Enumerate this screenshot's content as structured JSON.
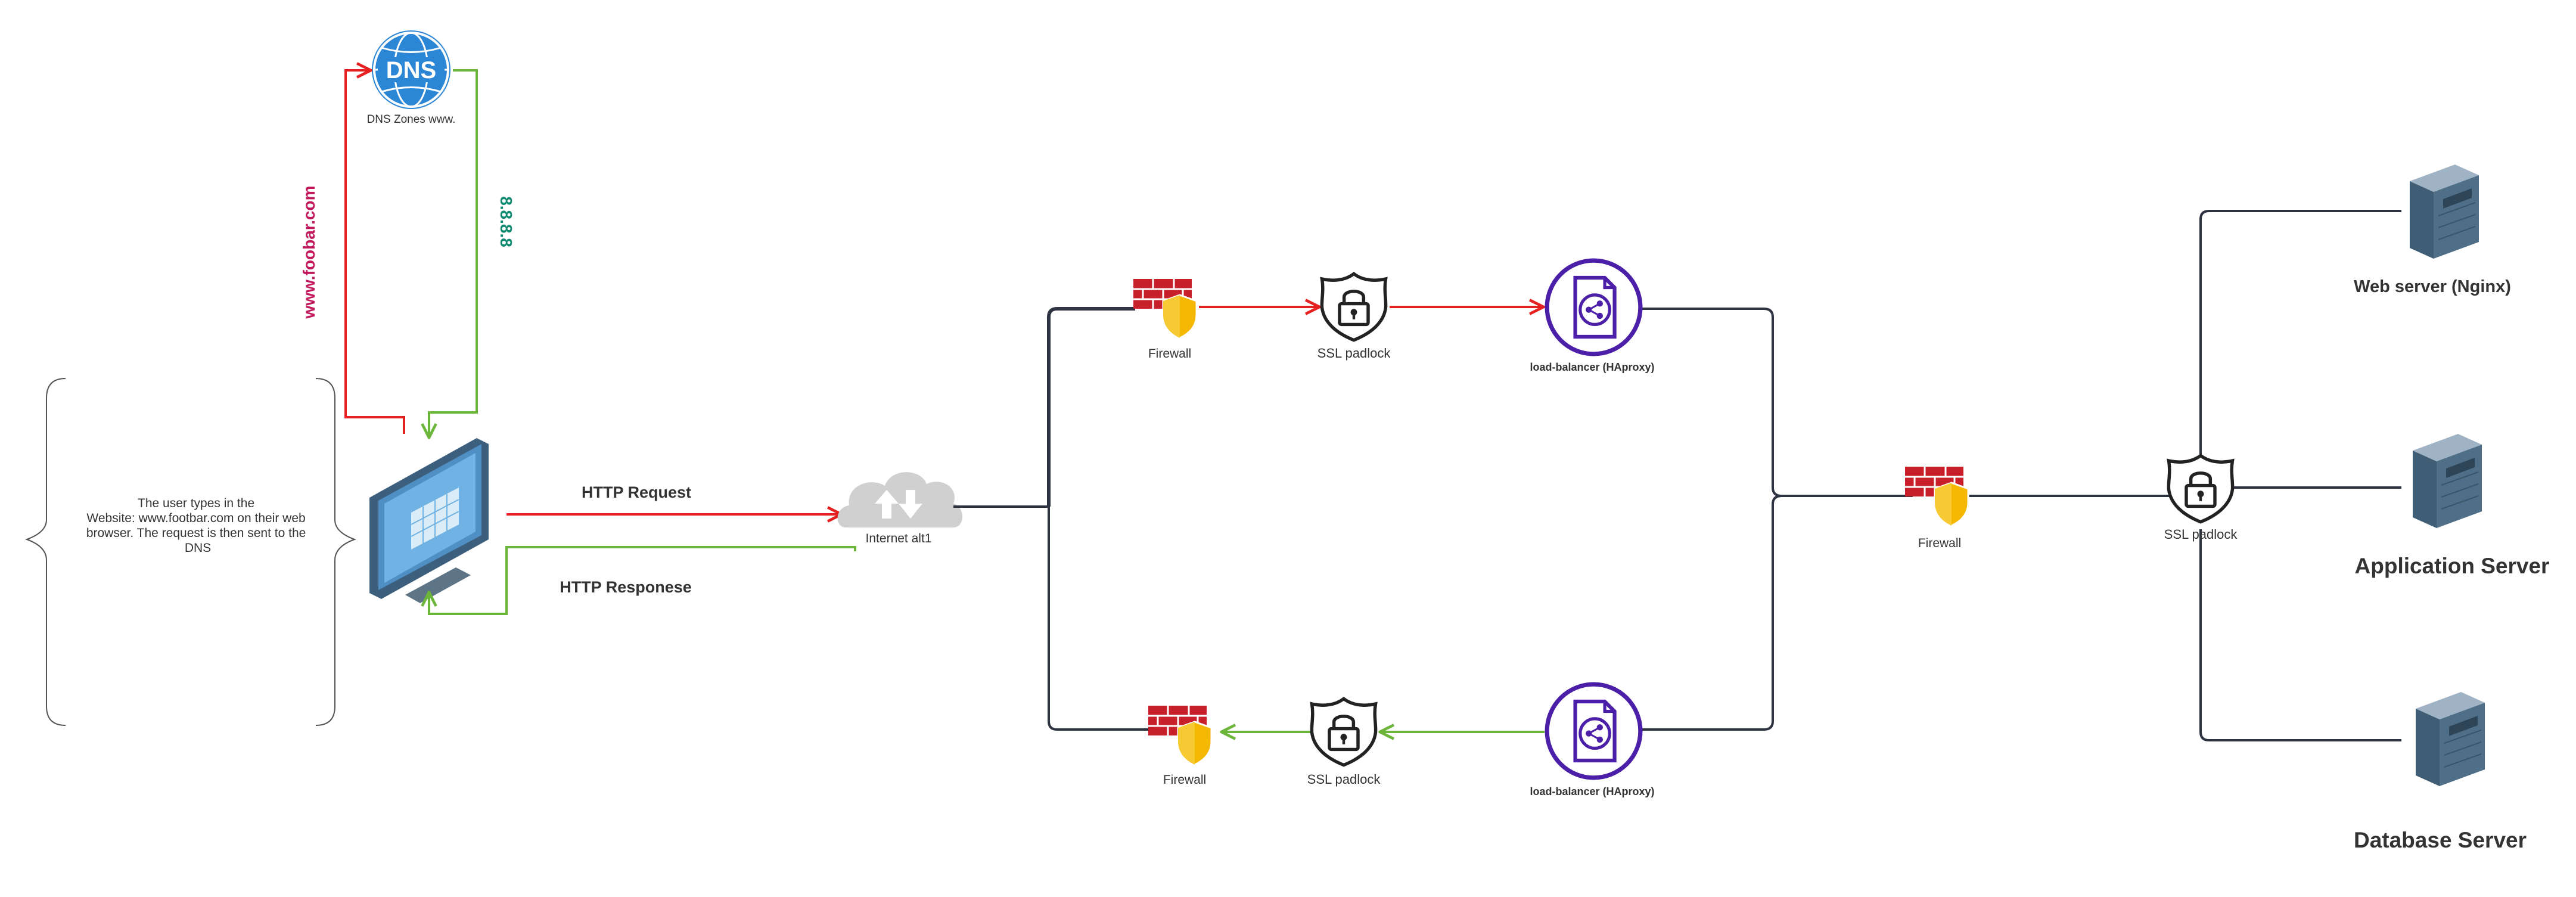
{
  "dns": {
    "icon_text": "DNS",
    "caption": "DNS Zones www."
  },
  "flows": {
    "query_label": "www.foobar.com",
    "answer_label": "8.8.8.8",
    "http_request": "HTTP Request",
    "http_response": "HTTP Responese"
  },
  "user_note": {
    "lines": [
      "The user types in the",
      "Website: www.footbar.com on their web",
      "browser. The request is then sent to the",
      "DNS"
    ]
  },
  "internet": {
    "caption": "Internet alt1"
  },
  "upper_path": {
    "firewall": "Firewall",
    "ssl": "SSL padlock",
    "load_balancer": "load-balancer (HAproxy)"
  },
  "lower_path": {
    "firewall": "Firewall",
    "ssl": "SSL padlock",
    "load_balancer": "load-balancer (HAproxy)"
  },
  "backend": {
    "firewall": "Firewall",
    "ssl": "SSL padlock"
  },
  "servers": {
    "web": "Web server (Nginx)",
    "app": "Application Server",
    "db": "Database Server"
  },
  "colors": {
    "request": "#e52020",
    "response": "#6bb538",
    "wire": "#2d3340",
    "query_text": "#c2185b",
    "answer_text": "#0d8a70",
    "load_balancer": "#4b1fa8",
    "firewall_brick": "#c8202b",
    "shield_gold": "#f5b800",
    "dns_blue": "#2b86d5",
    "server_steel": "#3f5d75"
  }
}
